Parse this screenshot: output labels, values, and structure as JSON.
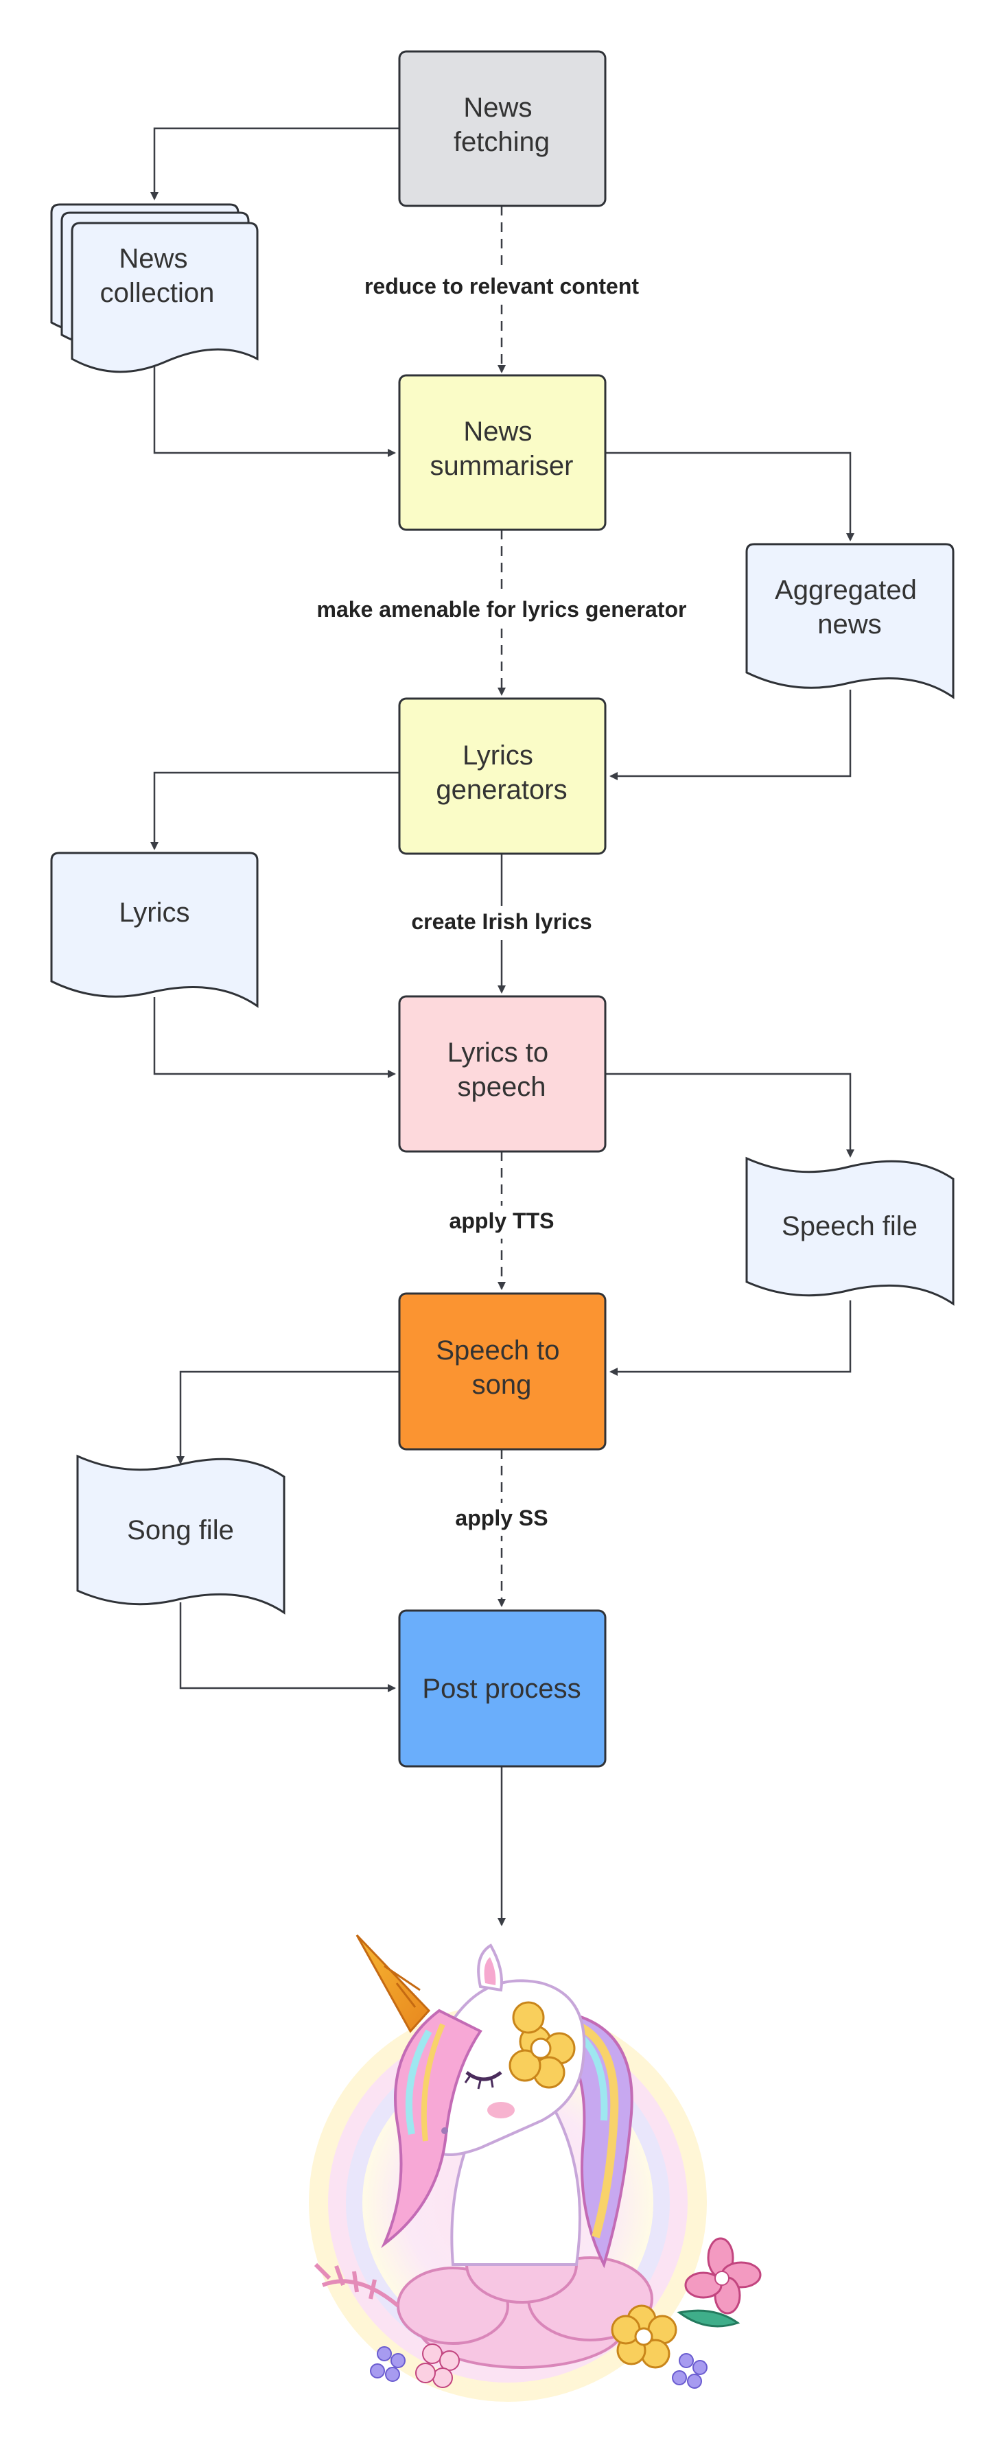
{
  "colors": {
    "stroke": "#2f3237",
    "arrow": "#3a3d44",
    "doc_fill": "#edf3fe",
    "fetch_fill": "#dfe0e3",
    "yellow_fill": "#fafcc7",
    "pink_fill": "#fdd9dc",
    "orange_fill": "#fb9431",
    "blue_fill": "#6aaefb"
  },
  "nodes": {
    "news_fetching": {
      "lines": [
        "News",
        "fetching"
      ]
    },
    "news_summariser": {
      "lines": [
        "News",
        "summariser"
      ]
    },
    "lyrics_generators": {
      "lines": [
        "Lyrics",
        "generators"
      ]
    },
    "lyrics_to_speech": {
      "lines": [
        "Lyrics to",
        "speech"
      ]
    },
    "speech_to_song": {
      "lines": [
        "Speech to",
        "song"
      ]
    },
    "post_process": {
      "lines": [
        "Post process"
      ]
    }
  },
  "documents": {
    "news_collection": {
      "lines": [
        "News",
        "collection"
      ]
    },
    "aggregated_news": {
      "lines": [
        "Aggregated",
        "news"
      ]
    },
    "lyrics": {
      "lines": [
        "Lyrics"
      ]
    },
    "speech_file": {
      "lines": [
        "Speech file"
      ]
    },
    "song_file": {
      "lines": [
        "Song file"
      ]
    }
  },
  "edges": {
    "fetch_to_summariser": "reduce to relevant content",
    "summariser_to_lyrics": "make amenable for lyrics generator",
    "lyrics_to_tts": "create Irish lyrics",
    "tts_to_song": "apply TTS",
    "song_to_post": "apply SS"
  },
  "illustration": {
    "icon": "unicorn-icon"
  }
}
